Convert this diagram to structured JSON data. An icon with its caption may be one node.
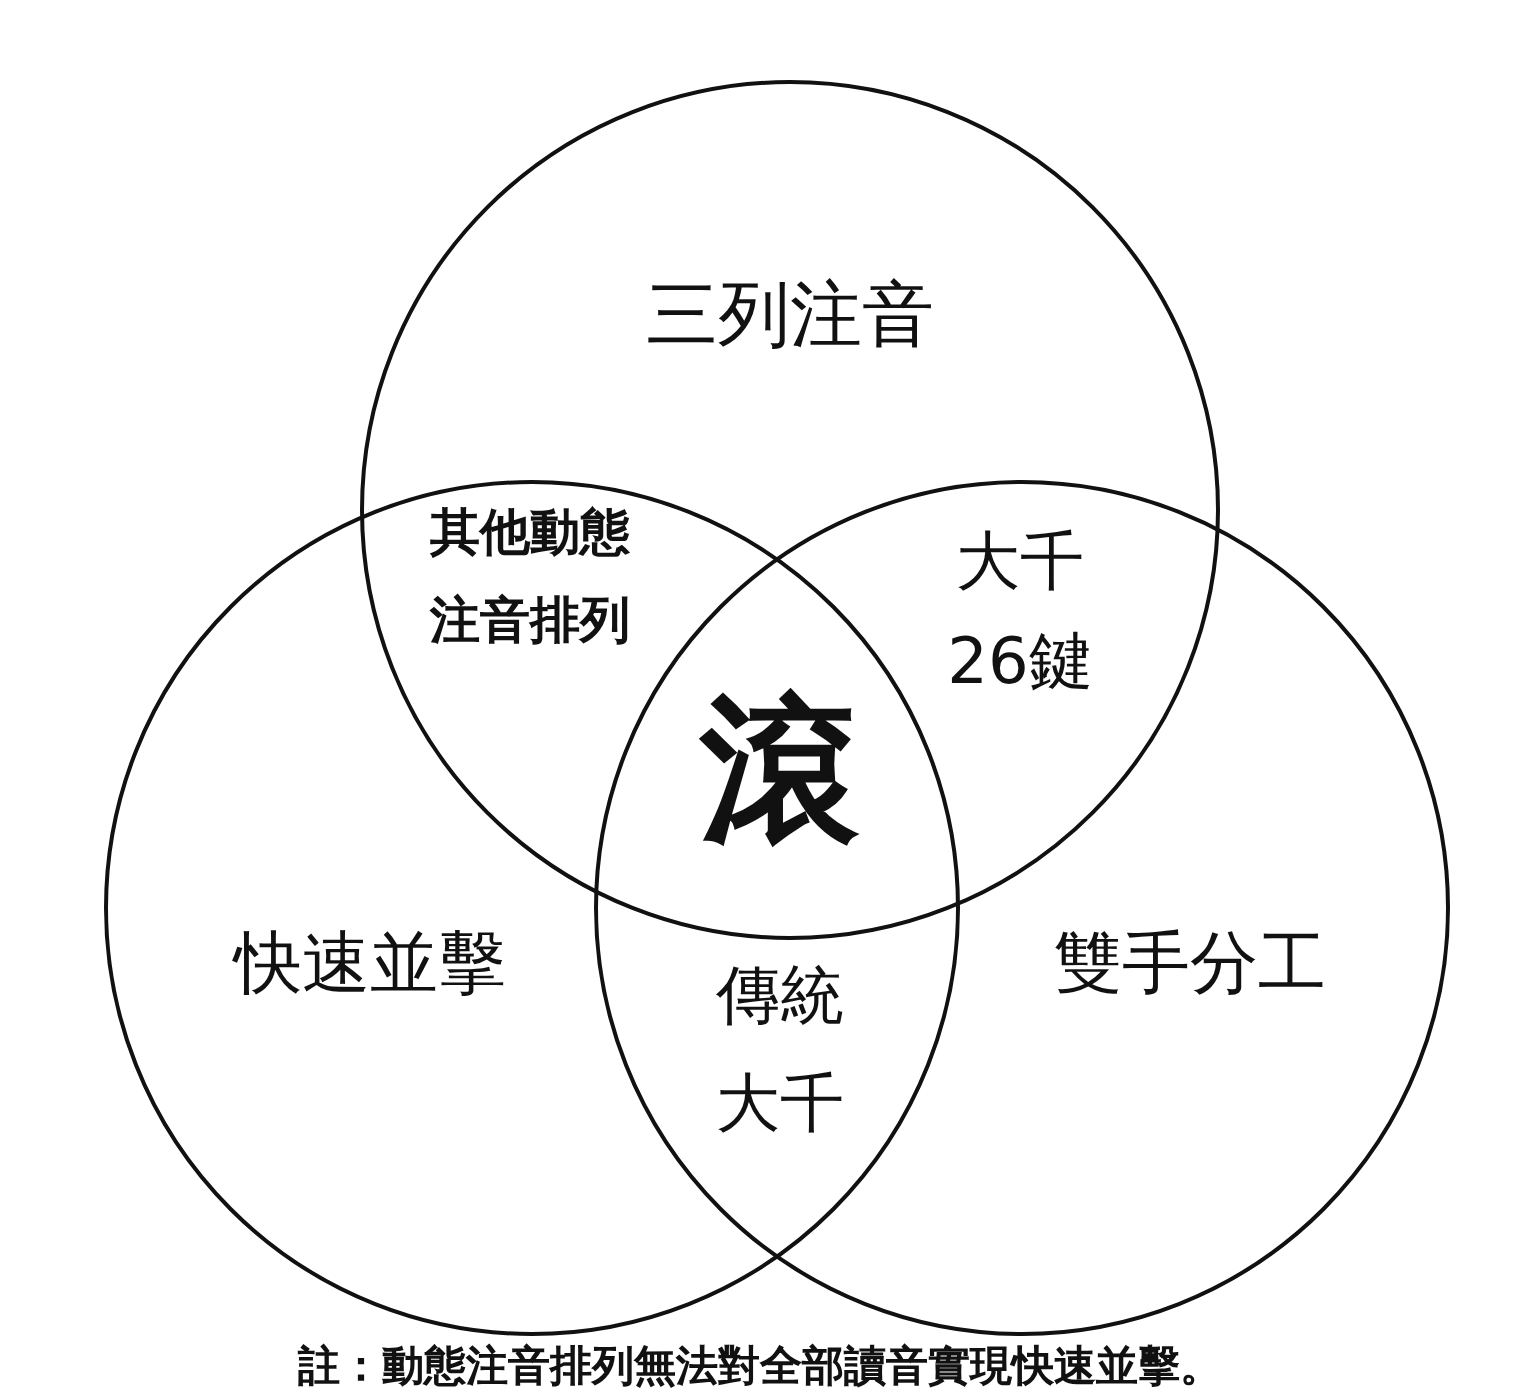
{
  "diagram": {
    "caption": "註：動態注音排列無法對全部讀音實現快速並擊。",
    "nodes": [
      {
        "text": [
          "三列注音"
        ]
      },
      {
        "text": [
          "快速並擊"
        ]
      },
      {
        "text": [
          "雙手分工"
        ]
      }
    ],
    "labels": [
      "其他動態注音排列",
      "大千26鍵",
      "滾",
      "傳統大千"
    ]
  }
}
